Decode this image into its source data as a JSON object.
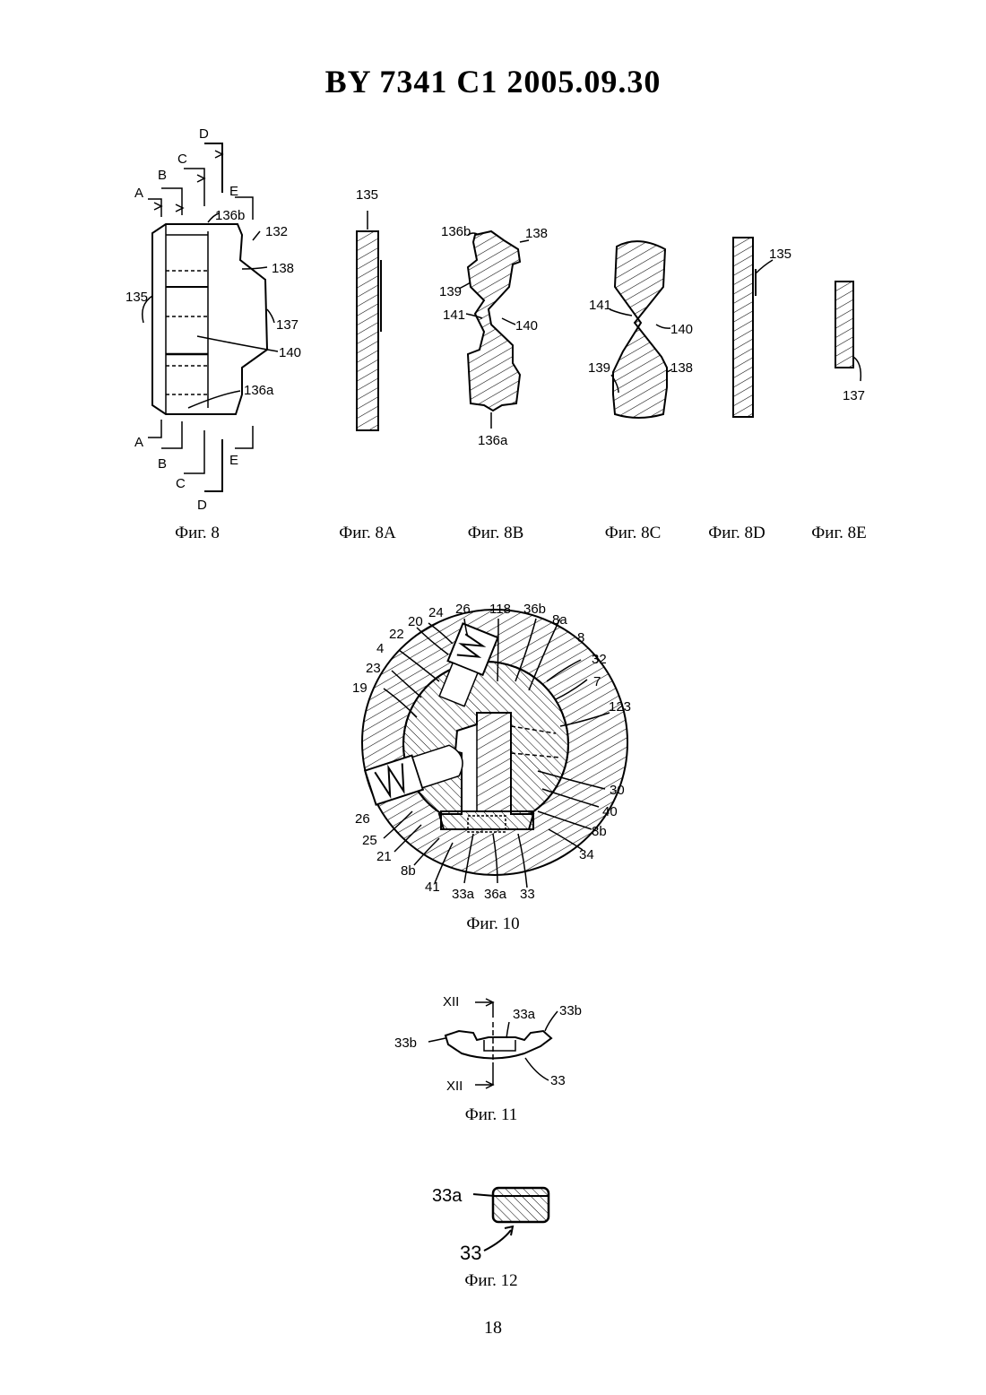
{
  "header": {
    "title": "BY  7341  C1  2005.09.30"
  },
  "captions": {
    "fig8": "Фиг. 8",
    "fig8a": "Фиг. 8A",
    "fig8b": "Фиг. 8B",
    "fig8c": "Фиг. 8C",
    "fig8d": "Фиг. 8D",
    "fig8e": "Фиг. 8E",
    "fig10": "Фиг. 10",
    "fig11": "Фиг. 11",
    "fig12": "Фиг. 12"
  },
  "fig8_labels": {
    "sec_a": "A",
    "sec_b": "B",
    "sec_c": "C",
    "sec_d": "D",
    "sec_e": "E",
    "l135": "135",
    "l136b": "136b",
    "l132": "132",
    "l138": "138",
    "l137": "137",
    "l140": "140",
    "l136a": "136a"
  },
  "fig8a_labels": {
    "l135": "135"
  },
  "fig8b_labels": {
    "l136b": "136b",
    "l138": "138",
    "l139": "139",
    "l141": "141",
    "l140": "140",
    "l136a": "136a"
  },
  "fig8c_labels": {
    "l141": "141",
    "l140": "140",
    "l139": "139",
    "l138": "138"
  },
  "fig8d_labels": {
    "l135": "135"
  },
  "fig8e_labels": {
    "l137": "137"
  },
  "fig10_labels": {
    "l24": "24",
    "l26a": "26",
    "l118": "118",
    "l36b": "36b",
    "l8a": "8a",
    "l8": "8",
    "l20": "20",
    "l22": "22",
    "l4": "4",
    "l32": "32",
    "l23": "23",
    "l7": "7",
    "l19": "19",
    "l123": "123",
    "l30": "30",
    "l40": "40",
    "l8b_r": "8b",
    "l26b": "26",
    "l25": "25",
    "l21": "21",
    "l34": "34",
    "l8b_l": "8b",
    "l41": "41",
    "l33a": "33a",
    "l36a": "36a",
    "l33": "33"
  },
  "fig11_labels": {
    "xii_top": "XII",
    "l33a": "33a",
    "l33b_r": "33b",
    "l33b_l": "33b",
    "xii_bot": "XII",
    "l33": "33"
  },
  "fig12_labels": {
    "l33a": "33a",
    "l33": "33"
  },
  "page_number": "18"
}
